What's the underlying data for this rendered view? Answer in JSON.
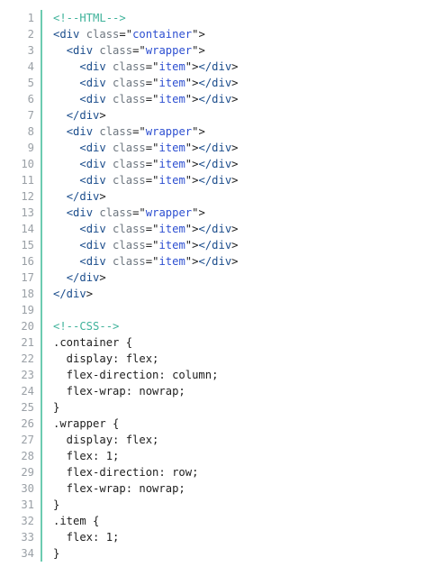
{
  "editor": {
    "lines": [
      {
        "num": "1",
        "tokens": [
          {
            "t": "<!--HTML-->",
            "k": "comment"
          }
        ]
      },
      {
        "num": "2",
        "tokens": [
          {
            "t": "<div",
            "k": "tag"
          },
          {
            "t": " class",
            "k": "attr"
          },
          {
            "t": "=\"",
            "k": "plain"
          },
          {
            "t": "container",
            "k": "value"
          },
          {
            "t": "\">",
            "k": "plain"
          }
        ]
      },
      {
        "num": "3",
        "tokens": [
          {
            "t": "  ",
            "k": "plain"
          },
          {
            "t": "<div",
            "k": "tag"
          },
          {
            "t": " class",
            "k": "attr"
          },
          {
            "t": "=\"",
            "k": "plain"
          },
          {
            "t": "wrapper",
            "k": "value"
          },
          {
            "t": "\">",
            "k": "plain"
          }
        ]
      },
      {
        "num": "4",
        "tokens": [
          {
            "t": "    ",
            "k": "plain"
          },
          {
            "t": "<div",
            "k": "tag"
          },
          {
            "t": " class",
            "k": "attr"
          },
          {
            "t": "=\"",
            "k": "plain"
          },
          {
            "t": "item",
            "k": "value"
          },
          {
            "t": "\">",
            "k": "plain"
          },
          {
            "t": "</div",
            "k": "tag"
          },
          {
            "t": ">",
            "k": "plain"
          }
        ]
      },
      {
        "num": "5",
        "tokens": [
          {
            "t": "    ",
            "k": "plain"
          },
          {
            "t": "<div",
            "k": "tag"
          },
          {
            "t": " class",
            "k": "attr"
          },
          {
            "t": "=\"",
            "k": "plain"
          },
          {
            "t": "item",
            "k": "value"
          },
          {
            "t": "\">",
            "k": "plain"
          },
          {
            "t": "</div",
            "k": "tag"
          },
          {
            "t": ">",
            "k": "plain"
          }
        ]
      },
      {
        "num": "6",
        "tokens": [
          {
            "t": "    ",
            "k": "plain"
          },
          {
            "t": "<div",
            "k": "tag"
          },
          {
            "t": " class",
            "k": "attr"
          },
          {
            "t": "=\"",
            "k": "plain"
          },
          {
            "t": "item",
            "k": "value"
          },
          {
            "t": "\">",
            "k": "plain"
          },
          {
            "t": "</div",
            "k": "tag"
          },
          {
            "t": ">",
            "k": "plain"
          }
        ]
      },
      {
        "num": "7",
        "tokens": [
          {
            "t": "  ",
            "k": "plain"
          },
          {
            "t": "</div",
            "k": "tag"
          },
          {
            "t": ">",
            "k": "plain"
          }
        ]
      },
      {
        "num": "8",
        "tokens": [
          {
            "t": "  ",
            "k": "plain"
          },
          {
            "t": "<div",
            "k": "tag"
          },
          {
            "t": " class",
            "k": "attr"
          },
          {
            "t": "=\"",
            "k": "plain"
          },
          {
            "t": "wrapper",
            "k": "value"
          },
          {
            "t": "\">",
            "k": "plain"
          }
        ]
      },
      {
        "num": "9",
        "tokens": [
          {
            "t": "    ",
            "k": "plain"
          },
          {
            "t": "<div",
            "k": "tag"
          },
          {
            "t": " class",
            "k": "attr"
          },
          {
            "t": "=\"",
            "k": "plain"
          },
          {
            "t": "item",
            "k": "value"
          },
          {
            "t": "\">",
            "k": "plain"
          },
          {
            "t": "</div",
            "k": "tag"
          },
          {
            "t": ">",
            "k": "plain"
          }
        ]
      },
      {
        "num": "10",
        "tokens": [
          {
            "t": "    ",
            "k": "plain"
          },
          {
            "t": "<div",
            "k": "tag"
          },
          {
            "t": " class",
            "k": "attr"
          },
          {
            "t": "=\"",
            "k": "plain"
          },
          {
            "t": "item",
            "k": "value"
          },
          {
            "t": "\">",
            "k": "plain"
          },
          {
            "t": "</div",
            "k": "tag"
          },
          {
            "t": ">",
            "k": "plain"
          }
        ]
      },
      {
        "num": "11",
        "tokens": [
          {
            "t": "    ",
            "k": "plain"
          },
          {
            "t": "<div",
            "k": "tag"
          },
          {
            "t": " class",
            "k": "attr"
          },
          {
            "t": "=\"",
            "k": "plain"
          },
          {
            "t": "item",
            "k": "value"
          },
          {
            "t": "\">",
            "k": "plain"
          },
          {
            "t": "</div",
            "k": "tag"
          },
          {
            "t": ">",
            "k": "plain"
          }
        ]
      },
      {
        "num": "12",
        "tokens": [
          {
            "t": "  ",
            "k": "plain"
          },
          {
            "t": "</div",
            "k": "tag"
          },
          {
            "t": ">",
            "k": "plain"
          }
        ]
      },
      {
        "num": "13",
        "tokens": [
          {
            "t": "  ",
            "k": "plain"
          },
          {
            "t": "<div",
            "k": "tag"
          },
          {
            "t": " class",
            "k": "attr"
          },
          {
            "t": "=\"",
            "k": "plain"
          },
          {
            "t": "wrapper",
            "k": "value"
          },
          {
            "t": "\">",
            "k": "plain"
          }
        ]
      },
      {
        "num": "14",
        "tokens": [
          {
            "t": "    ",
            "k": "plain"
          },
          {
            "t": "<div",
            "k": "tag"
          },
          {
            "t": " class",
            "k": "attr"
          },
          {
            "t": "=\"",
            "k": "plain"
          },
          {
            "t": "item",
            "k": "value"
          },
          {
            "t": "\">",
            "k": "plain"
          },
          {
            "t": "</div",
            "k": "tag"
          },
          {
            "t": ">",
            "k": "plain"
          }
        ]
      },
      {
        "num": "15",
        "tokens": [
          {
            "t": "    ",
            "k": "plain"
          },
          {
            "t": "<div",
            "k": "tag"
          },
          {
            "t": " class",
            "k": "attr"
          },
          {
            "t": "=\"",
            "k": "plain"
          },
          {
            "t": "item",
            "k": "value"
          },
          {
            "t": "\">",
            "k": "plain"
          },
          {
            "t": "</div",
            "k": "tag"
          },
          {
            "t": ">",
            "k": "plain"
          }
        ]
      },
      {
        "num": "16",
        "tokens": [
          {
            "t": "    ",
            "k": "plain"
          },
          {
            "t": "<div",
            "k": "tag"
          },
          {
            "t": " class",
            "k": "attr"
          },
          {
            "t": "=\"",
            "k": "plain"
          },
          {
            "t": "item",
            "k": "value"
          },
          {
            "t": "\">",
            "k": "plain"
          },
          {
            "t": "</div",
            "k": "tag"
          },
          {
            "t": ">",
            "k": "plain"
          }
        ]
      },
      {
        "num": "17",
        "tokens": [
          {
            "t": "  ",
            "k": "plain"
          },
          {
            "t": "</div",
            "k": "tag"
          },
          {
            "t": ">",
            "k": "plain"
          }
        ]
      },
      {
        "num": "18",
        "tokens": [
          {
            "t": "</div",
            "k": "tag"
          },
          {
            "t": ">",
            "k": "plain"
          }
        ]
      },
      {
        "num": "19",
        "tokens": []
      },
      {
        "num": "20",
        "tokens": [
          {
            "t": "<!--CSS-->",
            "k": "comment"
          }
        ]
      },
      {
        "num": "21",
        "tokens": [
          {
            "t": ".container {",
            "k": "plain"
          }
        ]
      },
      {
        "num": "22",
        "tokens": [
          {
            "t": "  display: flex;",
            "k": "plain"
          }
        ]
      },
      {
        "num": "23",
        "tokens": [
          {
            "t": "  flex-direction: column;",
            "k": "plain"
          }
        ]
      },
      {
        "num": "24",
        "tokens": [
          {
            "t": "  flex-wrap: nowrap;",
            "k": "plain"
          }
        ]
      },
      {
        "num": "25",
        "tokens": [
          {
            "t": "}",
            "k": "plain"
          }
        ]
      },
      {
        "num": "26",
        "tokens": [
          {
            "t": ".wrapper {",
            "k": "plain"
          }
        ]
      },
      {
        "num": "27",
        "tokens": [
          {
            "t": "  display: flex;",
            "k": "plain"
          }
        ]
      },
      {
        "num": "28",
        "tokens": [
          {
            "t": "  flex: 1;",
            "k": "plain"
          }
        ]
      },
      {
        "num": "29",
        "tokens": [
          {
            "t": "  flex-direction: row;",
            "k": "plain"
          }
        ]
      },
      {
        "num": "30",
        "tokens": [
          {
            "t": "  flex-wrap: nowrap;",
            "k": "plain"
          }
        ]
      },
      {
        "num": "31",
        "tokens": [
          {
            "t": "}",
            "k": "plain"
          }
        ]
      },
      {
        "num": "32",
        "tokens": [
          {
            "t": ".item {",
            "k": "plain"
          }
        ]
      },
      {
        "num": "33",
        "tokens": [
          {
            "t": "  flex: 1;",
            "k": "plain"
          }
        ]
      },
      {
        "num": "34",
        "tokens": [
          {
            "t": "}",
            "k": "plain"
          }
        ]
      }
    ]
  },
  "colors": {
    "gutter_rule": "#6ccbb0",
    "line_number": "#9aa0a6",
    "comment": "#3fb29a",
    "tag": "#1b4d8c",
    "attribute": "#6e7780",
    "value": "#2d4fd1",
    "text": "#202020"
  }
}
